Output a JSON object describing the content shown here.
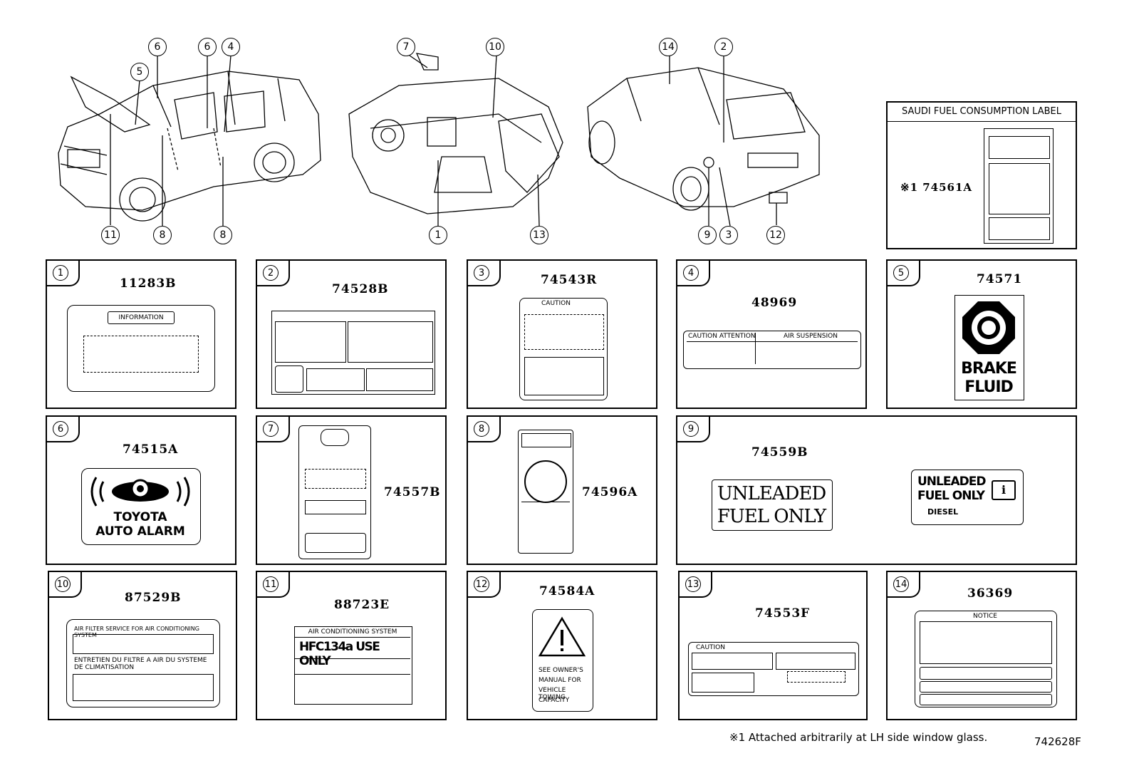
{
  "diagram_code": "742628F",
  "footnote": "※1  Attached arbitrarily at LH side window glass.",
  "saudi": {
    "title": "SAUDI FUEL CONSUMPTION LABEL",
    "part": "※1 74561A"
  },
  "callouts": {
    "c1": "1",
    "c2": "2",
    "c3": "3",
    "c4": "4",
    "c5": "5",
    "c6a": "6",
    "c6b": "6",
    "c7": "7",
    "c8a": "8",
    "c8b": "8",
    "c9": "9",
    "c10": "10",
    "c11": "11",
    "c12": "12",
    "c13": "13",
    "c14": "14"
  },
  "panels": [
    {
      "num": "1",
      "part": "11283B"
    },
    {
      "num": "2",
      "part": "74528B"
    },
    {
      "num": "3",
      "part": "74543R"
    },
    {
      "num": "4",
      "part": "48969"
    },
    {
      "num": "5",
      "part": "74571"
    },
    {
      "num": "6",
      "part": "74515A"
    },
    {
      "num": "7",
      "part": "74557B"
    },
    {
      "num": "8",
      "part": "74596A"
    },
    {
      "num": "9",
      "part": "74559B"
    },
    {
      "num": "10",
      "part": "87529B"
    },
    {
      "num": "11",
      "part": "88723E"
    },
    {
      "num": "12",
      "part": "74584A"
    },
    {
      "num": "13",
      "part": "74553F"
    },
    {
      "num": "14",
      "part": "36369"
    }
  ],
  "label_text": {
    "information": "INFORMATION",
    "brake": "BRAKE",
    "fluid": "FLUID",
    "toyota": "TOYOTA",
    "auto_alarm": "AUTO ALARM",
    "unleaded1": "UNLEADED",
    "fuel_only1": "FUEL ONLY",
    "unleaded2": "UNLEADED",
    "fuel_only2": "FUEL ONLY",
    "diesel": "DIESEL",
    "air_filter_en": "AIR FILTER SERVICE FOR AIR CONDITIONING SYSTEM",
    "air_filter_fr1": "ENTRETIEN DU FILTRE A AIR DU SYSTEME",
    "air_filter_fr2": "DE CLIMATISATION",
    "ac_system": "AIR CONDITIONING SYSTEM",
    "hfc": "HFC134a USE ONLY",
    "see_owner": "SEE OWNER'S",
    "manual_for": "MANUAL FOR",
    "vehicle_towing": "VEHICLE TOWING",
    "capacity": "CAPACITY",
    "notice": "NOTICE",
    "caution_attention": "CAUTION  ATTENTION",
    "air_suspension": "AIR SUSPENSION",
    "caution": "CAUTION"
  }
}
